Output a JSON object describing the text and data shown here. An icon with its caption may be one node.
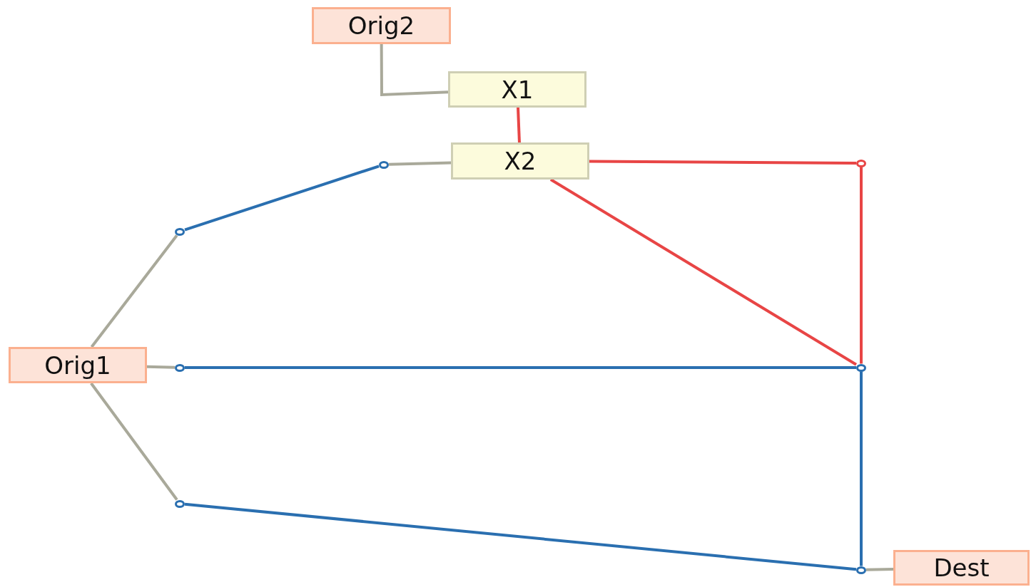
{
  "diagram": {
    "nodes": [
      {
        "text": [
          "Orig2"
        ]
      },
      {
        "text": [
          "X1"
        ]
      },
      {
        "text": [
          "X2"
        ]
      },
      {
        "text": [
          "Orig1"
        ]
      },
      {
        "text": [
          "Dest"
        ]
      },
      {
        "text": [],
        "shape": "circle"
      },
      {
        "text": [],
        "shape": "circle"
      },
      {
        "text": [],
        "shape": "circle"
      },
      {
        "text": [],
        "shape": "circle"
      },
      {
        "text": [],
        "shape": "circle"
      },
      {
        "text": [],
        "shape": "circle"
      },
      {
        "text": [],
        "shape": "circle"
      }
    ],
    "edges": [
      {
        "from": 0,
        "to": 1,
        "arrow": "none"
      },
      {
        "from": 1,
        "to": 2,
        "arrow": "none",
        "color": "#e84545"
      },
      {
        "from": 2,
        "to": 5,
        "arrow": "none"
      },
      {
        "from": 5,
        "to": 6,
        "arrow": "none",
        "color": "#2a6fb0"
      },
      {
        "from": 6,
        "to": 3,
        "arrow": "none"
      },
      {
        "from": 3,
        "to": 7,
        "arrow": "none"
      },
      {
        "from": 7,
        "to": 10,
        "arrow": "none",
        "color": "#2a6fb0"
      },
      {
        "from": 3,
        "to": 8,
        "arrow": "none"
      },
      {
        "from": 8,
        "to": 11,
        "arrow": "none",
        "color": "#2a6fb0"
      },
      {
        "from": 2,
        "to": 9,
        "arrow": "none",
        "color": "#e84545"
      },
      {
        "from": 9,
        "to": 10,
        "arrow": "none",
        "color": "#e84545"
      },
      {
        "from": 2,
        "to": 10,
        "arrow": "none",
        "color": "#e84545"
      },
      {
        "from": 10,
        "to": 11,
        "arrow": "none",
        "color": "#2a6fb0"
      },
      {
        "from": 11,
        "to": 4,
        "arrow": "none"
      }
    ]
  }
}
